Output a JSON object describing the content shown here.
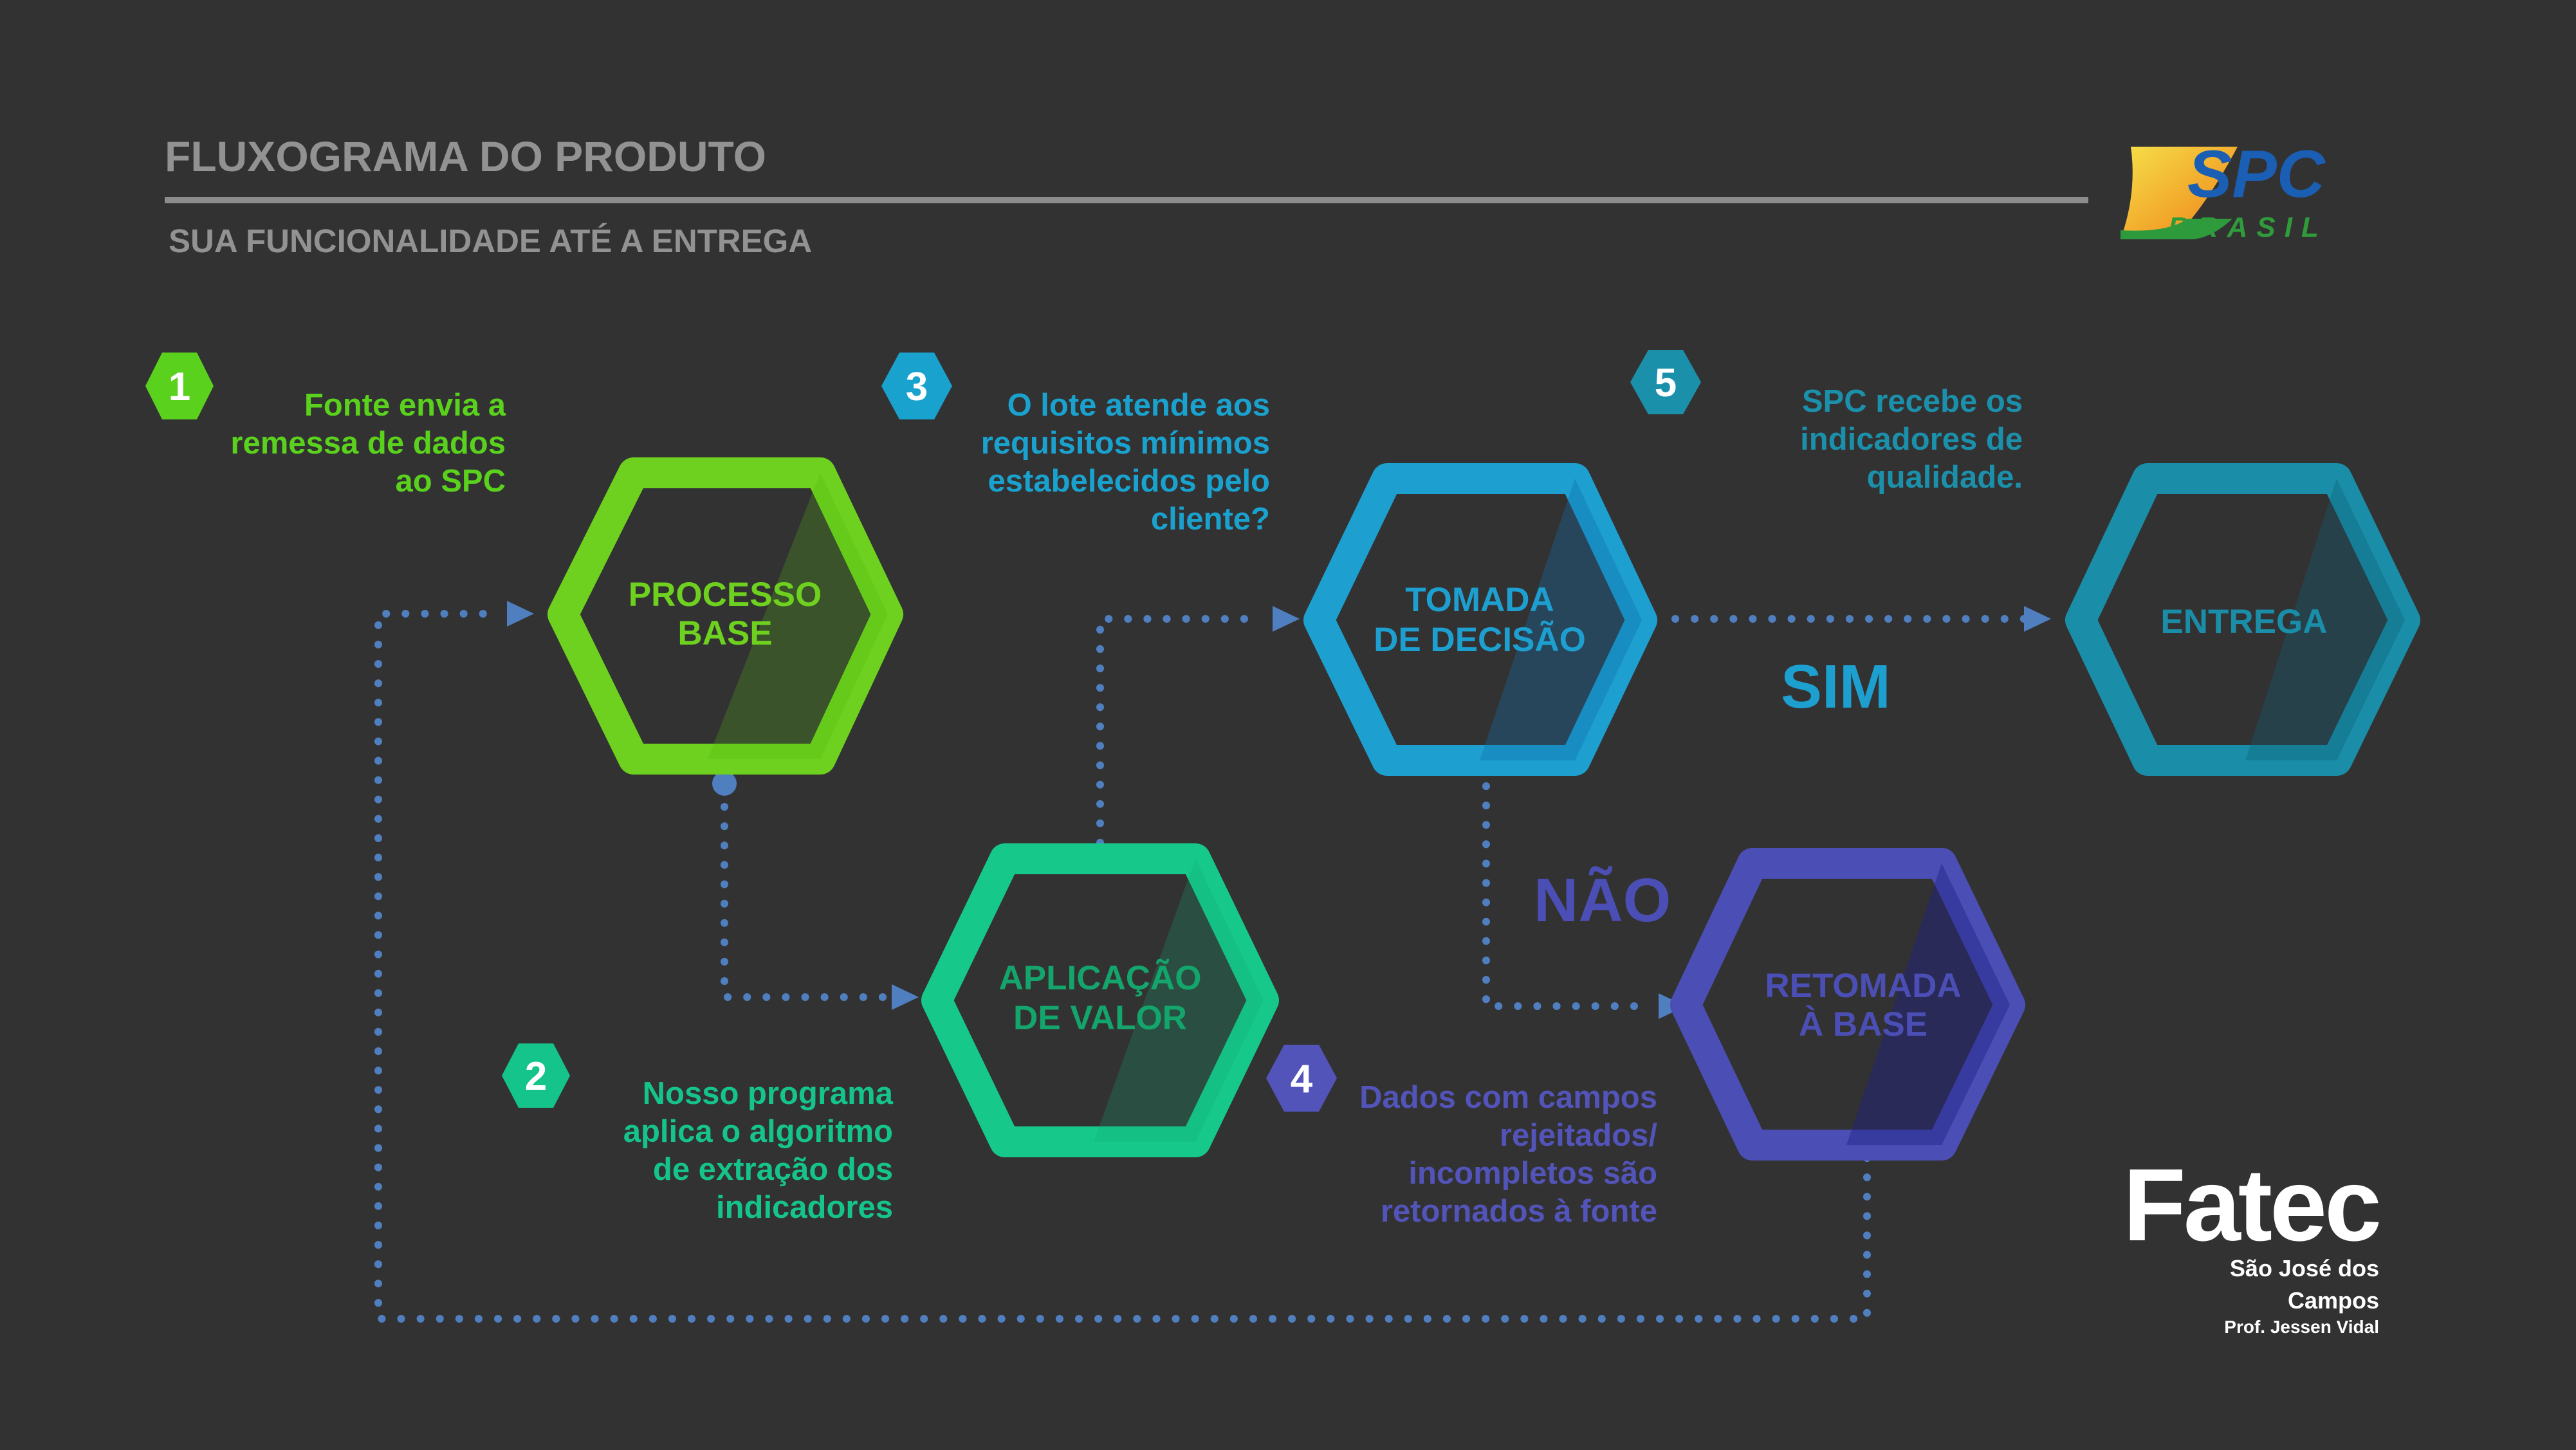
{
  "header": {
    "title": "FLUXOGRAMA DO PRODUTO",
    "subtitle": "SUA FUNCIONALIDADE ATÉ A ENTREGA"
  },
  "logos": {
    "spc": {
      "line1": "SPC",
      "line2": "BRASIL"
    },
    "fatec": {
      "name": "Fatec",
      "campus_line1": "São José dos",
      "campus_line2": "Campos",
      "professor": "Prof. Jessen Vidal"
    }
  },
  "nodes": {
    "processo_base": {
      "line1": "PROCESSO",
      "line2": "BASE",
      "color": "#6ed11f"
    },
    "aplicacao_valor": {
      "line1": "APLICAÇÃO",
      "line2": "DE VALOR",
      "color": "#16c98a"
    },
    "tomada_decisao": {
      "line1": "TOMADA",
      "line2": "DE DECISÃO",
      "color": "#1d9fd0"
    },
    "entrega": {
      "line1": "ENTREGA",
      "color": "#1a8ea8"
    },
    "retomada_base": {
      "line1": "RETOMADA",
      "line2": "À BASE",
      "color": "#4b4fb5"
    }
  },
  "steps": [
    {
      "number": "1",
      "lines": [
        "Fonte envia a",
        "remessa de dados",
        "ao SPC"
      ],
      "color": "#5ad11c"
    },
    {
      "number": "2",
      "lines": [
        "Nosso programa",
        "aplica o algoritmo",
        "de extração dos",
        "indicadores"
      ],
      "color": "#15c48b"
    },
    {
      "number": "3",
      "lines": [
        "O lote atende aos",
        "requisitos mínimos",
        "estabelecidos pelo",
        "cliente?"
      ],
      "color": "#1aa2cf"
    },
    {
      "number": "4",
      "lines": [
        "Dados com campos",
        "rejeitados/",
        "incompletos são",
        "retornados à fonte"
      ],
      "color": "#5254b9"
    },
    {
      "number": "5",
      "lines": [
        "SPC recebe os",
        "indicadores de",
        "qualidade."
      ],
      "color": "#1b90ab"
    }
  ],
  "branches": {
    "sim": "SIM",
    "nao": "NÃO"
  },
  "colors": {
    "background": "#333233",
    "connector": "#4f7fbf",
    "title_gray": "#929292"
  }
}
